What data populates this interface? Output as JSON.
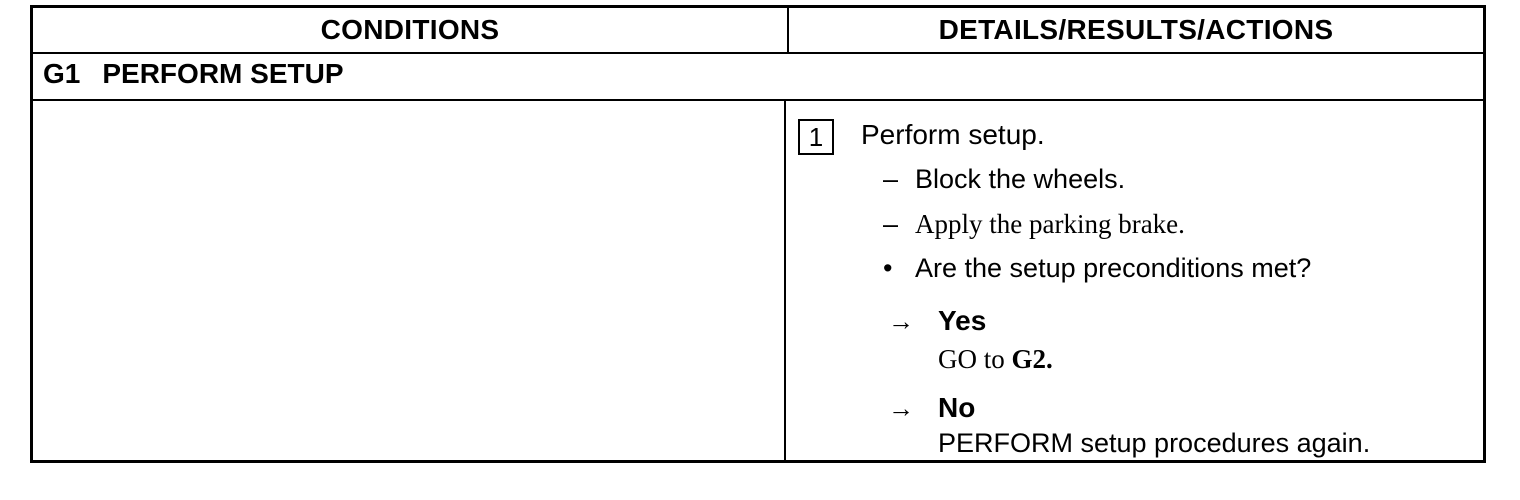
{
  "header": {
    "left": "CONDITIONS",
    "right": "DETAILS/RESULTS/ACTIONS"
  },
  "section": {
    "code": "G1",
    "title": "PERFORM SETUP"
  },
  "step": {
    "number": "1",
    "title": "Perform setup.",
    "items": [
      {
        "mark": "–",
        "text": "Block the wheels."
      },
      {
        "mark": "–",
        "text": "Apply the parking brake."
      },
      {
        "mark": "•",
        "text": "Are the setup preconditions met?"
      }
    ],
    "answers": [
      {
        "arrow": "→",
        "label": "Yes",
        "action_prefix": "GO to ",
        "action_target": "G2."
      },
      {
        "arrow": "→",
        "label": "No",
        "action": "PERFORM setup procedures again."
      }
    ]
  }
}
